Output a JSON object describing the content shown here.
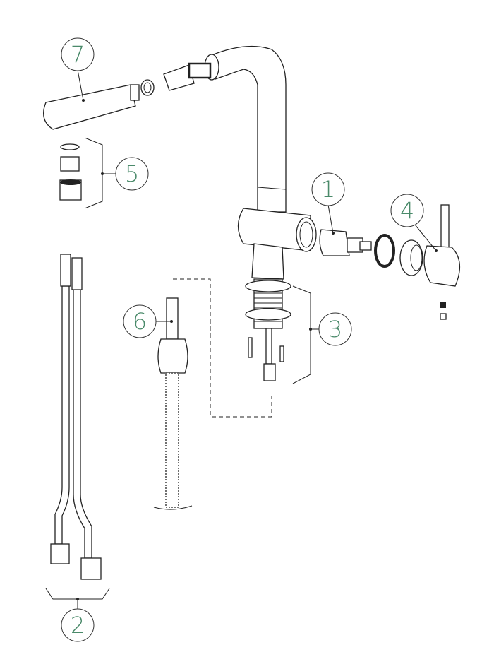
{
  "diagram": {
    "type": "exploded-parts-diagram",
    "accent_color": "#4a8a6a",
    "callouts": [
      {
        "id": "1",
        "label": "1"
      },
      {
        "id": "2",
        "label": "2"
      },
      {
        "id": "3",
        "label": "3"
      },
      {
        "id": "4",
        "label": "4"
      },
      {
        "id": "5",
        "label": "5"
      },
      {
        "id": "6",
        "label": "6"
      },
      {
        "id": "7",
        "label": "7"
      }
    ]
  }
}
